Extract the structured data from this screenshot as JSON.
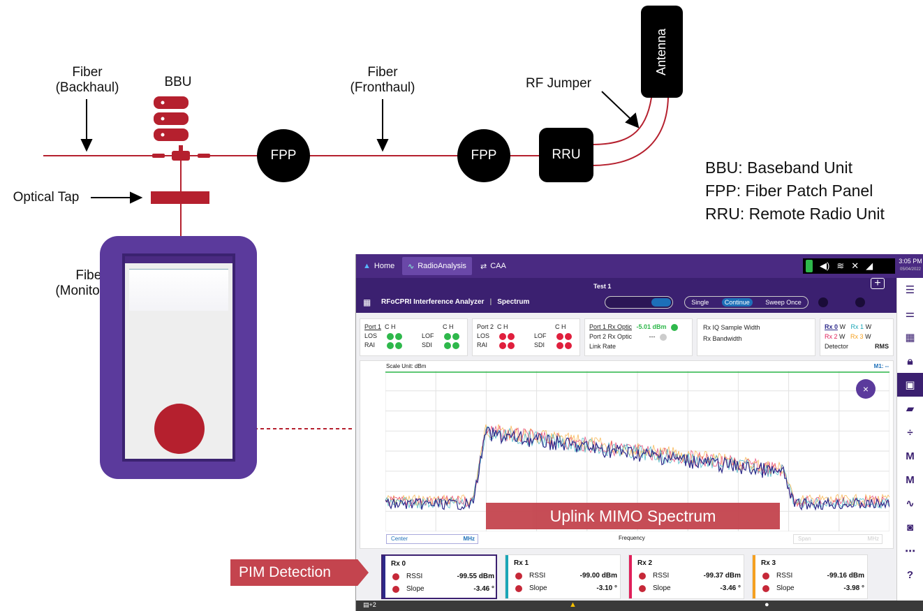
{
  "diagram": {
    "labels": {
      "fiber_backhaul": "Fiber\n(Backhaul)",
      "bbu": "BBU",
      "fiber_fronthaul": "Fiber\n(Fronthaul)",
      "rf_jumper": "RF Jumper",
      "antenna": "Antenna",
      "optical_tap": "Optical Tap",
      "fiber_monitoring": "Fiber\n(Monitoring)",
      "fpp1": "FPP",
      "fpp2": "FPP",
      "rru": "RRU",
      "uplink_mimo": "Uplink MIMO Spectrum",
      "pim_detection": "PIM Detection"
    },
    "legend": [
      "BBU: Baseband Unit",
      "FPP: Fiber Patch Panel",
      "RRU: Remote Radio Unit"
    ],
    "colors": {
      "accent": "#b5202e",
      "banner": "#c4444e",
      "screen_purple": "#4a2a82"
    }
  },
  "app": {
    "tabs": {
      "home": "Home",
      "radio": "RadioAnalysis",
      "caa": "CAA"
    },
    "clock": {
      "time": "3:05 PM",
      "date": "05/04/2022"
    },
    "test_name": "Test 1",
    "app_title": "RFoCPRI Interference Analyzer",
    "mode": "Spectrum",
    "sweep": {
      "single": "Single",
      "continue": "Continue",
      "once": "Sweep Once"
    },
    "status": {
      "port1": "Port 1",
      "port2": "Port 2",
      "c": "C",
      "h": "H",
      "los": "LOS",
      "lof": "LOF",
      "rai": "RAI",
      "sdi": "SDI",
      "p1_optic": "Port 1 Rx Optic",
      "p1_optic_val": "-5.01 dBm",
      "p2_optic": "Port 2 Rx Optic",
      "p2_optic_val": "---",
      "link_rate": "Link Rate",
      "iq_width": "Rx IQ Sample Width",
      "bandwidth": "Rx Bandwidth",
      "rx0": "Rx 0",
      "rx1": "Rx 1",
      "rx2": "Rx 2",
      "rx3": "Rx 3",
      "w": "W",
      "detector": "Detector",
      "detector_val": "RMS"
    },
    "chart": {
      "scale_unit": "Scale Unit: dBm",
      "marker": "M1: --",
      "xlabel": "Frequency",
      "center": "Center",
      "center_unit": "MHz",
      "span": "Span",
      "span_unit": "MHz"
    },
    "rx_cards": [
      {
        "name": "Rx 0",
        "rssi_label": "RSSI",
        "rssi": "-99.55 dBm",
        "slope_label": "Slope",
        "slope": "-3.46 °",
        "color": "#2d2a8a"
      },
      {
        "name": "Rx 1",
        "rssi_label": "RSSI",
        "rssi": "-99.00 dBm",
        "slope_label": "Slope",
        "slope": "-3.10 °",
        "color": "#1aa6b7"
      },
      {
        "name": "Rx 2",
        "rssi_label": "RSSI",
        "rssi": "-99.37 dBm",
        "slope_label": "Slope",
        "slope": "-3.46 °",
        "color": "#e01f5a"
      },
      {
        "name": "Rx 3",
        "rssi_label": "RSSI",
        "rssi": "-99.16 dBm",
        "slope_label": "Slope",
        "slope": "-3.98 °",
        "color": "#f5a020"
      }
    ],
    "bottom_badge": "+2"
  }
}
